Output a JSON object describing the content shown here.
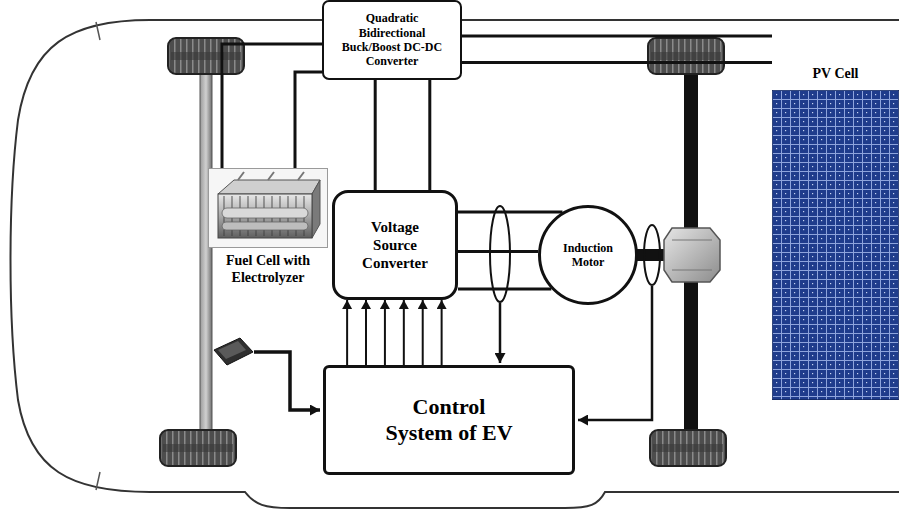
{
  "diagram": {
    "nodes": [
      {
        "text": [
          "Quadratic Bidirectional Buck/Boost DC-DC Converter"
        ]
      },
      {
        "text": [
          "Fuel Cell with Electrolyzer"
        ]
      },
      {
        "text": [
          "Voltage Source Converter"
        ]
      },
      {
        "text": [
          "Induction Motor"
        ]
      },
      {
        "text": [
          "Control System of EV"
        ]
      },
      {
        "text": [
          "PV Cell"
        ]
      }
    ],
    "edges": [
      {
        "from": 0,
        "to": 1,
        "arrow": "none"
      },
      {
        "from": 0,
        "to": 1,
        "arrow": "none"
      },
      {
        "from": 0,
        "to": 5,
        "arrow": "none"
      },
      {
        "from": 0,
        "to": 5,
        "arrow": "none"
      },
      {
        "from": 0,
        "to": 2,
        "arrow": "none"
      },
      {
        "from": 0,
        "to": 2,
        "arrow": "none"
      },
      {
        "from": 2,
        "to": 3,
        "arrow": "none"
      },
      {
        "from": 2,
        "to": 3,
        "arrow": "none"
      },
      {
        "from": 2,
        "to": 3,
        "arrow": "none"
      },
      {
        "from": 4,
        "to": 2,
        "arrow": "to"
      },
      {
        "from": 4,
        "to": 2,
        "arrow": "to"
      },
      {
        "from": 4,
        "to": 2,
        "arrow": "to"
      },
      {
        "from": 4,
        "to": 2,
        "arrow": "to"
      },
      {
        "from": 4,
        "to": 2,
        "arrow": "to"
      },
      {
        "from": 4,
        "to": 2,
        "arrow": "to"
      }
    ]
  }
}
